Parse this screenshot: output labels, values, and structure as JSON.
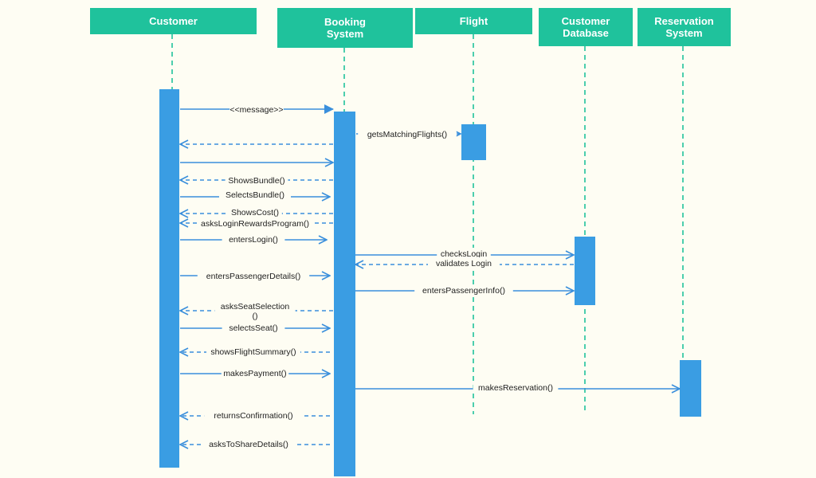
{
  "diagram": {
    "type": "sequence",
    "colors": {
      "header": "#1fc29c",
      "activation": "#3a9de3",
      "arrow": "#3a8fdc",
      "lifeline": "#1fc29c",
      "background": "#fefdf3"
    },
    "participants": [
      {
        "id": "customer",
        "label": "Customer"
      },
      {
        "id": "booking",
        "label": "Booking\nSystem"
      },
      {
        "id": "flight",
        "label": "Flight"
      },
      {
        "id": "customer_db",
        "label": "Customer\nDatabase"
      },
      {
        "id": "reservation",
        "label": "Reservation\nSystem"
      }
    ],
    "messages": [
      {
        "from": "customer",
        "to": "booking",
        "label": "<<message>>",
        "kind": "sync"
      },
      {
        "from": "booking",
        "to": "flight",
        "label": "getsMatchingFlights()",
        "kind": "return"
      },
      {
        "from": "booking",
        "to": "customer",
        "label": "",
        "kind": "return"
      },
      {
        "from": "customer",
        "to": "booking",
        "label": "",
        "kind": "call"
      },
      {
        "from": "booking",
        "to": "customer",
        "label": "ShowsBundle()",
        "kind": "return"
      },
      {
        "from": "customer",
        "to": "booking",
        "label": "SelectsBundle()",
        "kind": "call"
      },
      {
        "from": "booking",
        "to": "customer",
        "label": "ShowsCost()",
        "kind": "return"
      },
      {
        "from": "booking",
        "to": "customer",
        "label": "asksLoginRewardsProgram()",
        "kind": "return"
      },
      {
        "from": "customer",
        "to": "booking",
        "label": "entersLogin()",
        "kind": "call"
      },
      {
        "from": "booking",
        "to": "customer_db",
        "label": "checksLogin",
        "kind": "call"
      },
      {
        "from": "customer_db",
        "to": "booking",
        "label": "validates Login",
        "kind": "return"
      },
      {
        "from": "customer",
        "to": "booking",
        "label": "entersPassengerDetails()",
        "kind": "call"
      },
      {
        "from": "booking",
        "to": "customer_db",
        "label": "entersPassengerInfo()",
        "kind": "call"
      },
      {
        "from": "booking",
        "to": "customer",
        "label": "asksSeatSelection\n()",
        "kind": "return"
      },
      {
        "from": "customer",
        "to": "booking",
        "label": "selectsSeat()",
        "kind": "call"
      },
      {
        "from": "booking",
        "to": "customer",
        "label": "showsFlightSummary()",
        "kind": "return"
      },
      {
        "from": "customer",
        "to": "booking",
        "label": "makesPayment()",
        "kind": "call"
      },
      {
        "from": "booking",
        "to": "reservation",
        "label": "makesReservation()",
        "kind": "call"
      },
      {
        "from": "booking",
        "to": "customer",
        "label": "returnsConfirmation()",
        "kind": "return"
      },
      {
        "from": "booking",
        "to": "customer",
        "label": "asksToShareDetails()",
        "kind": "return"
      }
    ]
  }
}
